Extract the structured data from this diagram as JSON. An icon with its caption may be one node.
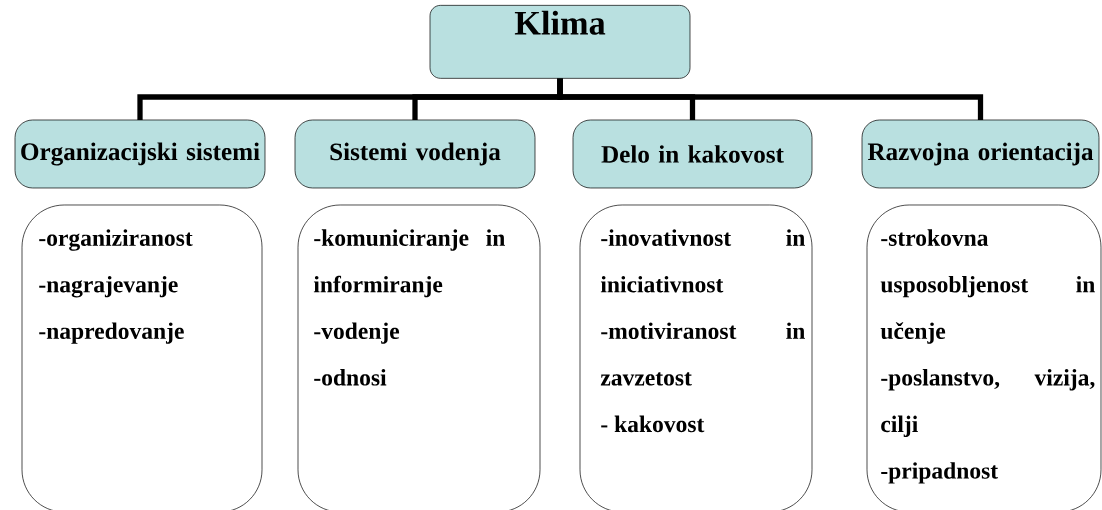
{
  "diagram": {
    "nodes": [
      {
        "text": [
          "Klima"
        ]
      },
      {
        "text": [
          "Organizacijski sistemi"
        ]
      },
      {
        "text": [
          "Sistemi vodenja"
        ]
      },
      {
        "text": [
          "Delo in kakovost"
        ]
      },
      {
        "text": [
          "Razvojna orientacija"
        ]
      },
      {
        "text": [
          "-organiziranost",
          "-nagrajevanje",
          "-napredovanje"
        ]
      },
      {
        "text": [
          "-komuniciranje in informiranje",
          "-vodenje",
          "-odnosi"
        ]
      },
      {
        "text": [
          "-inovativnost in iniciativnost",
          "-motiviranost in zavzetost",
          "- kakovost"
        ]
      },
      {
        "text": [
          "-strokovna usposobljenost in učenje",
          "-poslanstvo, vizija, cilji",
          "-pripadnost"
        ]
      }
    ],
    "edges": [
      {
        "from": 0,
        "to": 1,
        "arrow": "none"
      },
      {
        "from": 0,
        "to": 2,
        "arrow": "none"
      },
      {
        "from": 0,
        "to": 3,
        "arrow": "none"
      },
      {
        "from": 0,
        "to": 4,
        "arrow": "none"
      }
    ]
  }
}
